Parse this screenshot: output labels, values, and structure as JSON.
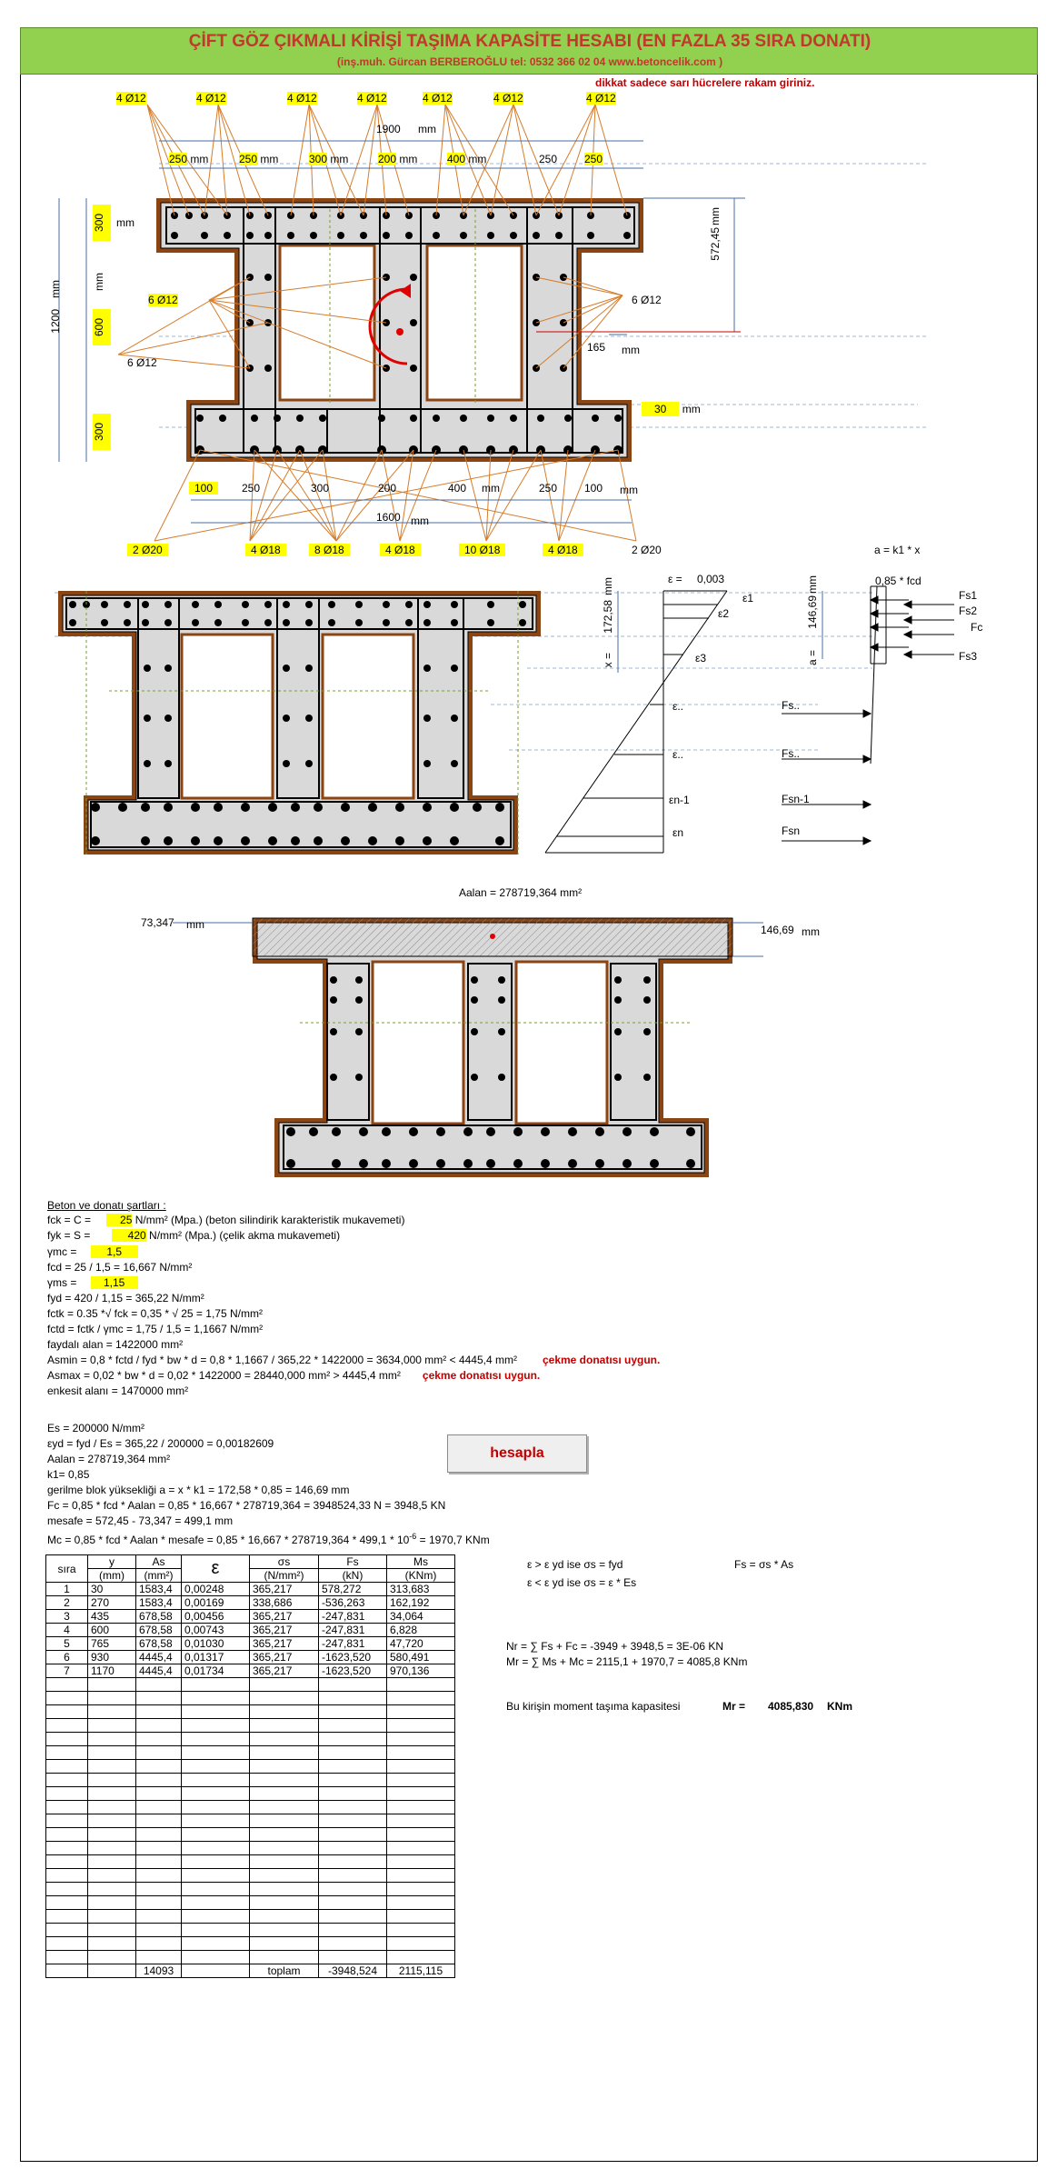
{
  "header": {
    "title": "ÇİFT GÖZ ÇIKMALI KİRİŞİ TAŞIMA KAPASİTE HESABI (EN FAZLA 35 SIRA DONATI)",
    "subtitle": "(inş.muh. Gürcan BERBEROĞLU tel: 0532 366 02 04   www.betoncelik.com )",
    "warning": "dikkat sadece sarı hücrelere rakam giriniz."
  },
  "section1": {
    "top_bars": [
      "4  Ø12",
      "4  Ø12",
      "4  Ø12",
      "4  Ø12",
      "4  Ø12",
      "4  Ø12",
      "4  Ø12"
    ],
    "top_width": "1900",
    "top_widths": [
      "250",
      "250",
      "300",
      "200",
      "400",
      "250",
      "250"
    ],
    "mm": "mm",
    "h1": "300",
    "h2": "600",
    "h3": "300",
    "total_h": "1200",
    "side_left": "6  Ø12",
    "side_left2": "6  Ø12",
    "side_right": "6  Ø12",
    "d_right": "572,45",
    "w_165": "165",
    "cover": "30",
    "bot_widths": [
      "100",
      "250",
      "300",
      "200",
      "400",
      "250",
      "100"
    ],
    "bot_width": "1600",
    "bot_bars": [
      "2  Ø20",
      "4  Ø18",
      "8  Ø18",
      "4  Ø18",
      "10  Ø18",
      "4  Ø18",
      "2  Ø20"
    ]
  },
  "section2": {
    "a_eq": "a = k1 * x",
    "eps": "ε =",
    "eps_val": "0,003",
    "e1": "ε1",
    "e2": "ε2",
    "e3": "ε3",
    "e_dot": "ε..",
    "e_dot2": "ε..",
    "en1": "εn-1",
    "en": "εn",
    "x_val": "172,58",
    "a_val": "146,69",
    "x_lbl": "x =",
    "a_lbl": "a =",
    "fcd": "0,85 * fcd",
    "fs1": "Fs1",
    "fs2": "Fs2",
    "fc": "Fc",
    "fs3": "Fs3",
    "fs_dot": "Fs..",
    "fs_dot2": "Fs..",
    "fsn1": "Fsn-1",
    "fsn": "Fsn"
  },
  "section3": {
    "aalan": "Aalan =  278719,364  mm²",
    "left": "73,347",
    "right": "146,69",
    "mm": "mm"
  },
  "params": {
    "heading": "Beton ve donatı şartları :",
    "fck_l": "fck = C =",
    "fck": "25",
    "fck_t": "N/mm² (Mpa.) (beton silindirik karakteristik mukavemeti)",
    "fyk_l": "fyk = S =",
    "fyk": "420",
    "fyk_t": "N/mm² (Mpa.) (çelik akma mukavemeti)",
    "gmc_l": "γmc =",
    "gmc": "1,5",
    "fcd_line": "fcd =       25   /        1,5       =    16,667  N/mm²",
    "gms_l": "γms =",
    "gms": "1,15",
    "fyd_line": "fyd =        420       /       1,15      =     365,22  N/mm²",
    "fctk_line": "fctk = 0.35 *√ fck =       0,35     * √    25    =     1,75    N/mm²",
    "fctd_line": "fctd = fctk / γmc =          1,75      /        1,5       =    1,1667  N/mm²",
    "faydali_line": "faydalı alan =         1422000     mm²",
    "asmin_line": "Asmin = 0,8 * fctd / fyd * bw * d =       0,8        *    1,1667    /      365,22    *      1422000       =     3634,000    mm²     <      4445,4  mm²",
    "asmin_ok": "çekme donatısı uygun.",
    "asmax_line": "Asmax = 0,02 * bw * d =      0,02        *      1422000      =    28440,000  mm²     >      4445,4  mm²",
    "asmax_ok": "çekme donatısı uygun.",
    "enkesit_line": "enkesit alanı =         1470000     mm²"
  },
  "calc": {
    "es_line": "Es =           200000      N/mm²",
    "eyd_line": "εyd = fyd / Es =    365,22    /          200000       =    0,00182609",
    "aalan_line": "Aalan =  278719,364  mm²",
    "k1_line": "k1=    0,85",
    "gerilme_line": "gerilme blok yüksekliği    a = x * k1 =     172,58     *        0,85      =       146,69   mm",
    "fc_line": "Fc = 0,85 * fcd * Aalan =      0,85      *    16,667    *    278719,364    =    3948524,33  N      =      3948,5   KN",
    "mesafe_line": "mesafe =         572,45    -    73,347      =          499,1   mm",
    "mc_line": "Mc = 0,85 * fcd * Aalan * mesafe =  0,85  *  16,667     *    278719,364    *      499,1   * 10",
    "mc_exp": "-6",
    "mc_end": "  =          1970,7   KNm",
    "button": "hesapla"
  },
  "right_info": {
    "r1a": "ε  >  ε yd    ise    σs = fyd",
    "r1b": "Fs = σs * As",
    "r2": "ε  <  ε yd    ise    σs = ε * Es",
    "nr_line": "Nr = ∑ Fs + Fc =          -3949       +     3948,5    =     3E-06    KN",
    "mr_line": "Mr = ∑ Ms + Mc =        2115,1      +     1970,7    =     4085,8   KNm",
    "cap_label": "Bu kirişin moment taşıma kapasitesi",
    "cap_eq": "Mr =",
    "cap_val": "4085,830",
    "cap_unit": "KNm"
  },
  "table": {
    "headers": [
      "sıra",
      "y",
      "As",
      "ε",
      "σs",
      "Fs",
      "Ms"
    ],
    "units": [
      "",
      "(mm)",
      "(mm²)",
      "",
      "(N/mm²)",
      "(kN)",
      "(KNm)"
    ],
    "rows": [
      [
        "1",
        "30",
        "1583,4",
        "0,00248",
        "365,217",
        "578,272",
        "313,683"
      ],
      [
        "2",
        "270",
        "1583,4",
        "0,00169",
        "338,686",
        "-536,263",
        "162,192"
      ],
      [
        "3",
        "435",
        "678,58",
        "0,00456",
        "365,217",
        "-247,831",
        "34,064"
      ],
      [
        "4",
        "600",
        "678,58",
        "0,00743",
        "365,217",
        "-247,831",
        "6,828"
      ],
      [
        "5",
        "765",
        "678,58",
        "0,01030",
        "365,217",
        "-247,831",
        "47,720"
      ],
      [
        "6",
        "930",
        "4445,4",
        "0,01317",
        "365,217",
        "-1623,520",
        "580,491"
      ],
      [
        "7",
        "1170",
        "4445,4",
        "0,01734",
        "365,217",
        "-1623,520",
        "970,136"
      ]
    ],
    "footer": [
      "",
      "14093",
      "",
      "toplam",
      "-3948,524",
      "2115,115"
    ]
  }
}
